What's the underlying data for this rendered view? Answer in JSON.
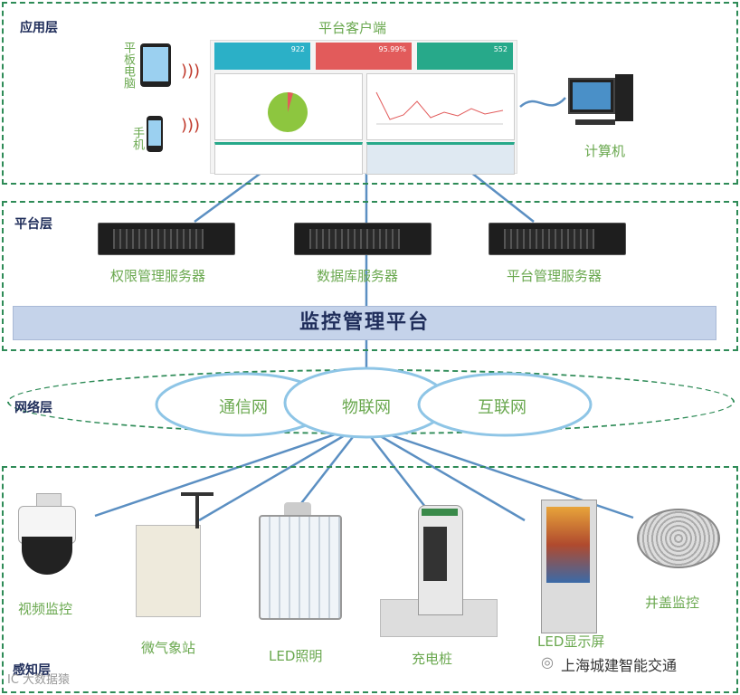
{
  "layers": {
    "application": "应用层",
    "platform": "平台层",
    "network": "网络层",
    "perception": "感知层"
  },
  "application": {
    "client_title": "平台客户端",
    "tablet_label": "平板电脑",
    "phone_label": "手机",
    "computer_label": "计算机",
    "dashboard": {
      "stat1": "922",
      "stat2": "95.99%",
      "stat3": "552"
    }
  },
  "platform": {
    "servers": [
      "权限管理服务器",
      "数据库服务器",
      "平台管理服务器"
    ],
    "bar_label": "监控管理平台"
  },
  "network": {
    "clouds": [
      "通信网",
      "物联网",
      "互联网"
    ]
  },
  "devices": [
    "视频监控",
    "微气象站",
    "LED照明",
    "充电桩",
    "LED显示屏",
    "井盖监控"
  ],
  "watermark_left": "IC 大数据猿",
  "watermark_right": "上海城建智能交通",
  "colors": {
    "layer_border": "#2e8b57",
    "label_green": "#6aa84f",
    "bar_fill": "#c5d3ea",
    "line_blue": "#5b8fc2",
    "title_navy": "#1f2d5a"
  }
}
